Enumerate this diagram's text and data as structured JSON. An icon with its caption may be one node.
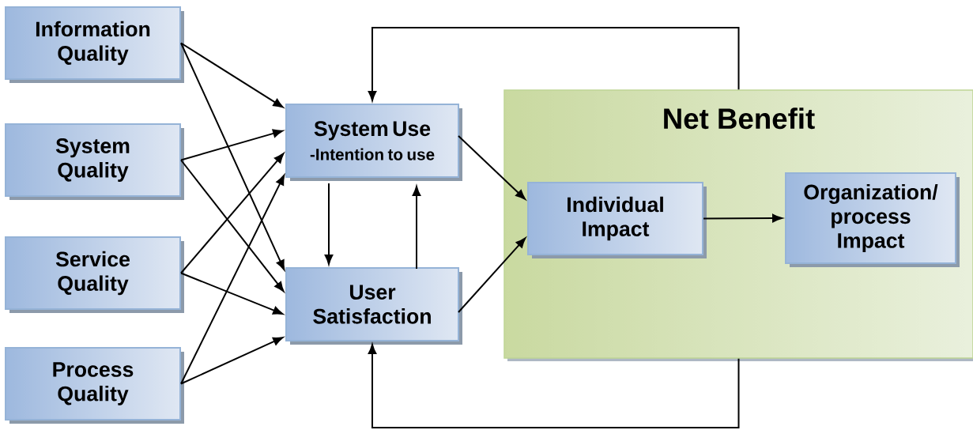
{
  "diagram": {
    "nodes": [
      {
        "text": [
          "Information Quality"
        ]
      },
      {
        "text": [
          "System Quality"
        ]
      },
      {
        "text": [
          "Service Quality"
        ]
      },
      {
        "text": [
          "Process Quality"
        ]
      },
      {
        "text": [
          "System Use",
          "-Intention to use"
        ]
      },
      {
        "text": [
          "User Satisfaction"
        ]
      },
      {
        "text": [
          "Net Benefit"
        ]
      },
      {
        "text": [
          "Individual Impact"
        ],
        "in": 6
      },
      {
        "text": [
          "Organization/ process Impact"
        ],
        "in": 6
      }
    ],
    "edges": [
      {
        "from": 0,
        "to": 4,
        "arrow": "to"
      },
      {
        "from": 0,
        "to": 5,
        "arrow": "to"
      },
      {
        "from": 1,
        "to": 4,
        "arrow": "to"
      },
      {
        "from": 1,
        "to": 5,
        "arrow": "to"
      },
      {
        "from": 2,
        "to": 4,
        "arrow": "to"
      },
      {
        "from": 2,
        "to": 5,
        "arrow": "to"
      },
      {
        "from": 3,
        "to": 4,
        "arrow": "to"
      },
      {
        "from": 3,
        "to": 5,
        "arrow": "to"
      },
      {
        "from": 4,
        "to": 5,
        "arrow": "to"
      },
      {
        "from": 5,
        "to": 4,
        "arrow": "to"
      },
      {
        "from": 4,
        "to": 7,
        "arrow": "to"
      },
      {
        "from": 5,
        "to": 7,
        "arrow": "to"
      },
      {
        "from": 7,
        "to": 8,
        "arrow": "to"
      },
      {
        "from": 6,
        "to": 4,
        "arrow": "to"
      },
      {
        "from": 6,
        "to": 5,
        "arrow": "to"
      }
    ]
  }
}
